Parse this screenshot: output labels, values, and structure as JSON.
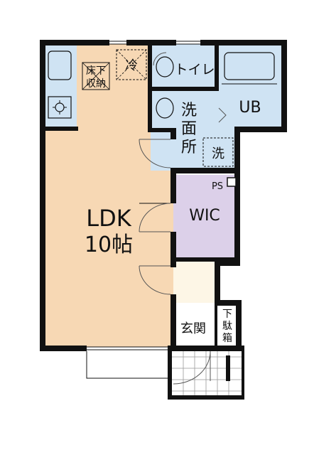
{
  "colors": {
    "wall": "#111111",
    "ldk": "#f7d8b4",
    "water": "#cfe3f3",
    "wic": "#dcd0e9",
    "hall": "#fdf6e6",
    "door": "#555555"
  },
  "rooms": {
    "ldk_line1": "LDK",
    "ldk_line2": "10帖",
    "wic": "WIC",
    "ub": "UB",
    "toilet": "トイレ",
    "washroom_1": "洗",
    "washroom_2": "面",
    "washroom_3": "所",
    "washer": "洗",
    "ps": "PS",
    "fridge": "冷",
    "floor_storage_1": "床下",
    "floor_storage_2": "収納",
    "entrance": "玄関",
    "shoe_box_1": "下",
    "shoe_box_2": "駄",
    "shoe_box_3": "箱"
  }
}
